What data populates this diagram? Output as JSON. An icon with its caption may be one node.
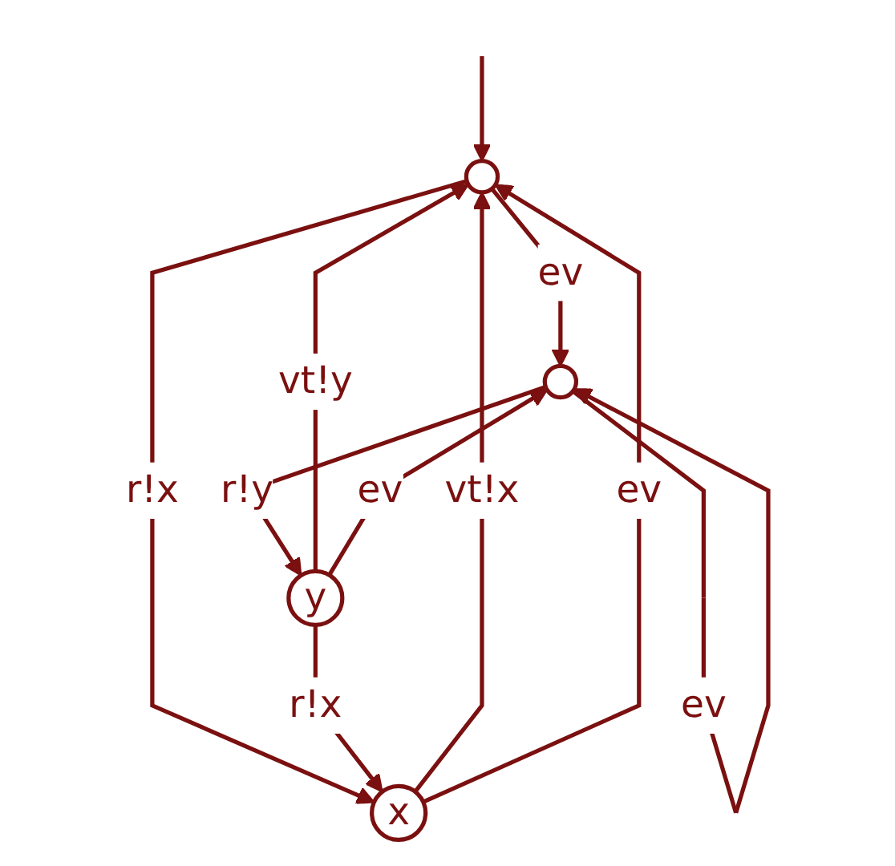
{
  "diagram": {
    "nodes": [
      {
        "text": [],
        "shape": "circle"
      },
      {
        "text": [
          "x"
        ]
      },
      {
        "text": [
          "y"
        ]
      },
      {
        "text": [],
        "shape": "circle"
      }
    ],
    "edges": [
      {
        "from": null,
        "to": 0,
        "arrow": "to"
      },
      {
        "from": 1,
        "to": 0,
        "arrow": "to",
        "label": "vt!x"
      },
      {
        "from": 1,
        "to": 0,
        "arrow": "to",
        "label": "ev"
      },
      {
        "from": 0,
        "to": 1,
        "arrow": "to",
        "label": "r!x"
      },
      {
        "from": 0,
        "to": 3,
        "arrow": "to",
        "label": "ev"
      },
      {
        "from": 2,
        "to": 0,
        "arrow": "to",
        "label": "vt!y"
      },
      {
        "from": 2,
        "to": 1,
        "arrow": "to",
        "label": "r!x"
      },
      {
        "from": 3,
        "to": 2,
        "arrow": "to",
        "label": "r!y"
      },
      {
        "from": 2,
        "to": 3,
        "arrow": "to",
        "label": "ev"
      },
      {
        "from": 3,
        "to": 3,
        "arrow": "to",
        "label": "ev"
      }
    ]
  }
}
